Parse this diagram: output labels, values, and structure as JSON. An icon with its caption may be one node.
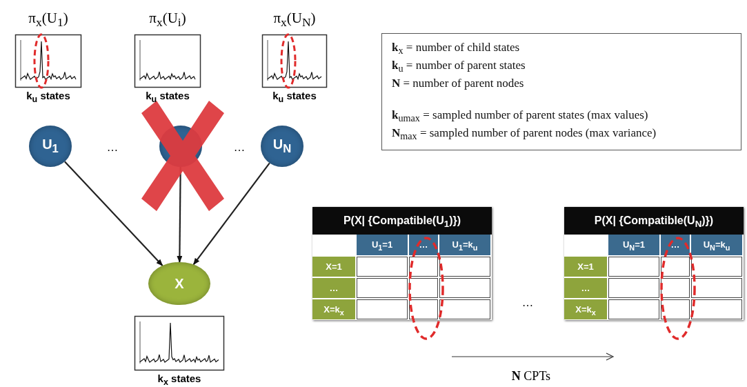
{
  "diagram": {
    "nodes": [
      {
        "text": [],
        "shape": "picture",
        "beside": [
          "π$_{x}$(U$_{1}$)",
          "k$_{u}$ states"
        ]
      },
      {
        "text": [],
        "shape": "picture",
        "beside": [
          "π$_{x}$(U$_{i}$)",
          "k$_{u}$ states"
        ]
      },
      {
        "text": [],
        "shape": "picture",
        "beside": [
          "π$_{x}$(U$_{N}$)",
          "k$_{u}$ states"
        ]
      },
      {
        "text": [
          "**k**$_{x}$ = number of child states",
          "**k**$_{u}$ = number of parent states",
          "**N** = number of parent nodes",
          "**k**$_{umax}$ = sampled number of parent states (max values)",
          "**N**$_{max}$ = sampled number of parent nodes (max variance)"
        ]
      },
      {
        "text": [
          "U$_{1}$"
        ]
      },
      {
        "text": [],
        "shape": "circle"
      },
      {
        "text": [
          "U$_{N}$"
        ]
      },
      {
        "text": [
          "P(X| {Compatible(U$_{1}$)})",
          "U$_{1}$=1",
          "…",
          "U$_{1}$=k$_{u}$",
          "X=1",
          "…",
          "X=k$_{x}$"
        ]
      },
      {
        "text": [
          "P(X| {Compatible(U$_{N}$)})",
          "U$_{N}$=1",
          "…",
          "U$_{N}$=k$_{u}$",
          "X=1",
          "…",
          "X=k$_{x}$"
        ]
      },
      {
        "text": [
          "X"
        ]
      },
      {
        "text": [],
        "shape": "picture",
        "beside": [
          "k$_{x}$ states"
        ]
      }
    ],
    "edges": [
      {
        "from": 4,
        "to": 9,
        "arrow": "to"
      },
      {
        "from": 5,
        "to": 9,
        "arrow": "to"
      },
      {
        "from": 6,
        "to": 9,
        "arrow": "to"
      }
    ],
    "labels": [
      "…",
      "…",
      "…",
      "**N** CPTs"
    ]
  }
}
